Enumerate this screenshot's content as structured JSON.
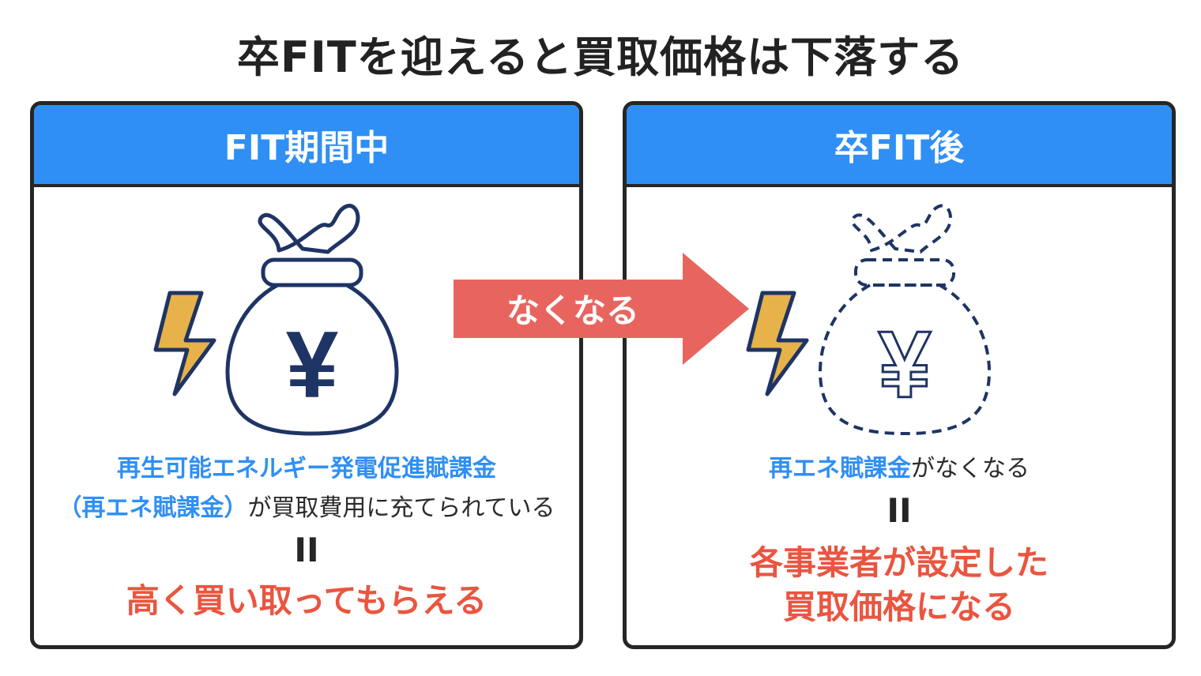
{
  "title": "卒FITを迎えると買取価格は下落する",
  "left_panel": {
    "header": "FIT期間中",
    "line1_blue": "再生可能エネルギー発電促進賦課金",
    "line2_blue": "（再エネ賦課金）",
    "line2_dark": "が買取費用に充てられている",
    "equals": "II",
    "result": "高く買い取ってもらえる",
    "yen_symbol": "¥"
  },
  "right_panel": {
    "header": "卒FIT後",
    "line1_blue": "再エネ賦課金",
    "line1_dark": "がなくなる",
    "equals": "II",
    "result_line1": "各事業者が設定した",
    "result_line2": "買取価格になる",
    "yen_symbol": "¥"
  },
  "arrow": {
    "label": "なくなる",
    "color": "#e8655f"
  },
  "icons": [
    "lightning-icon",
    "money-bag-icon",
    "yen-icon",
    "arrow-icon"
  ],
  "colors": {
    "header": "#2f8ff5",
    "blue_text": "#2f8ff5",
    "red_text": "#ea5540",
    "bag_outline": "#1e3464",
    "bolt_fill": "#e8b24a"
  }
}
